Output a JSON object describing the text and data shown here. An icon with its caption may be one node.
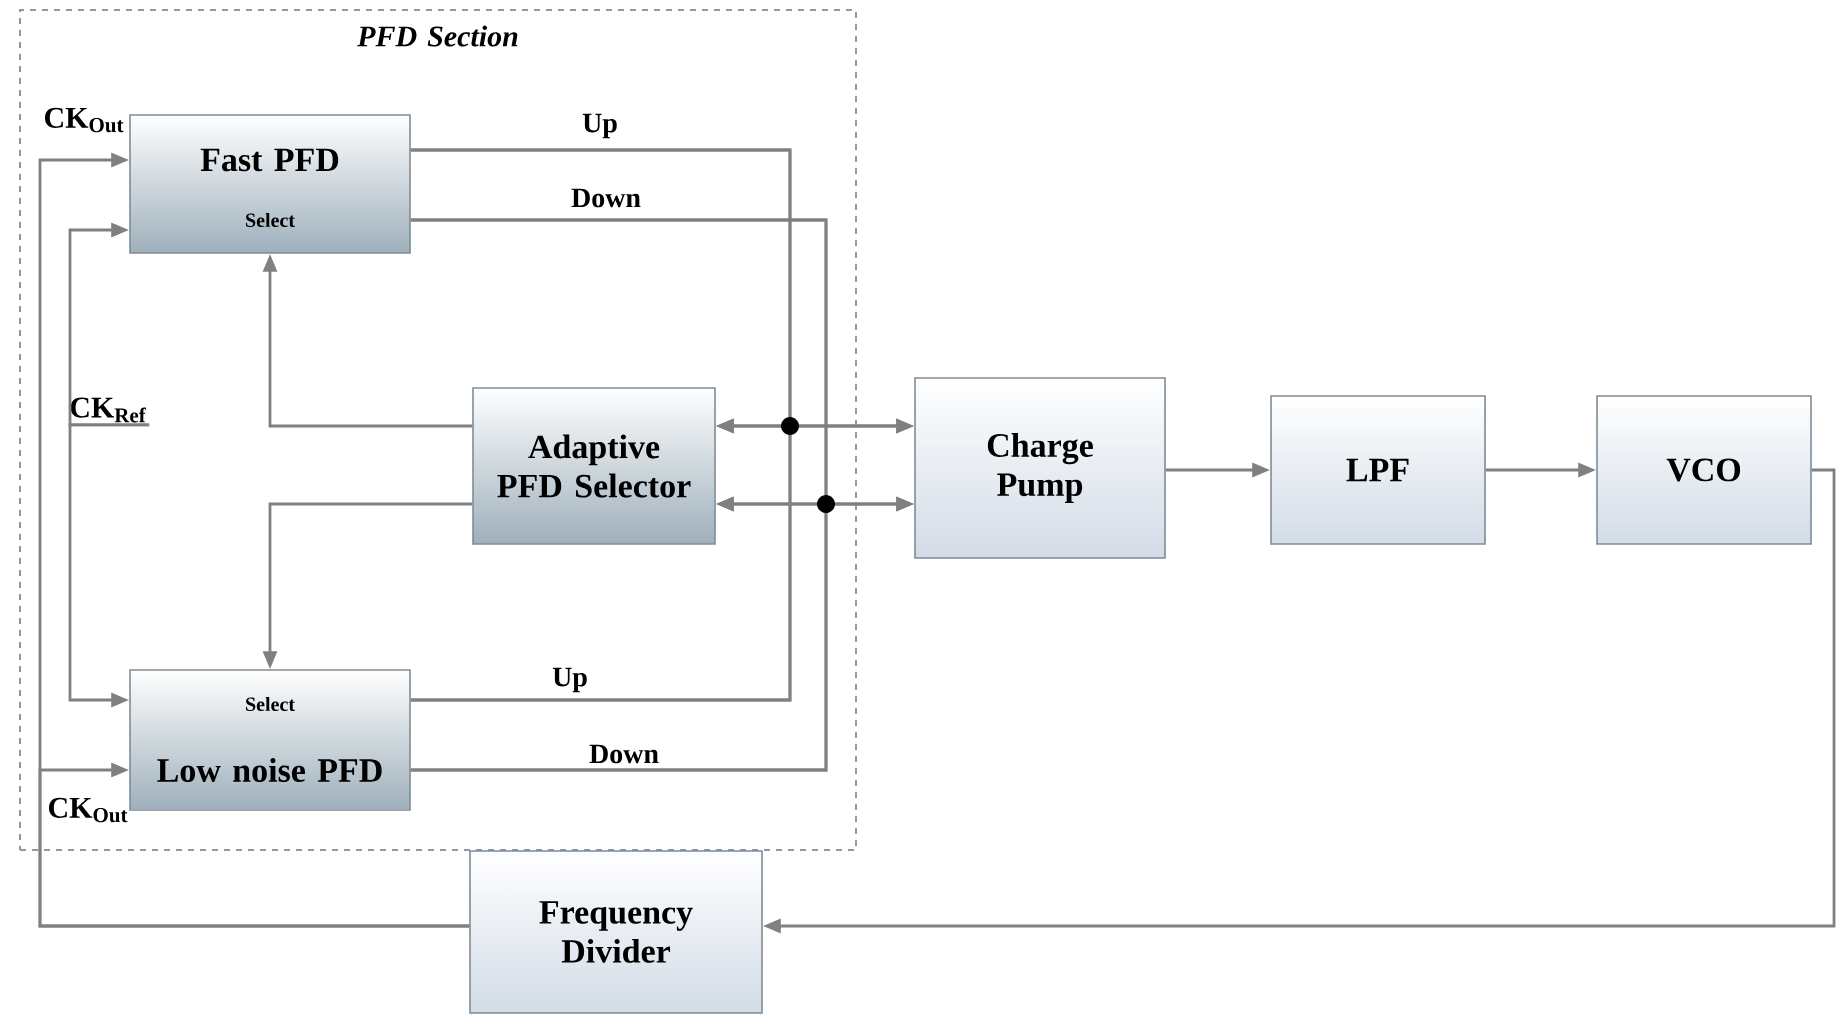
{
  "diagram": {
    "nodes": [
      {
        "text": [
          "PFD Section"
        ]
      },
      {
        "text": [
          "Fast PFD",
          "Select"
        ],
        "in": 0
      },
      {
        "text": [
          "Adaptive PFD Selector"
        ],
        "in": 0
      },
      {
        "text": [
          "Select",
          "Low noise PFD"
        ],
        "in": 0
      },
      {
        "text": [
          "Charge Pump"
        ]
      },
      {
        "text": [
          "LPF"
        ]
      },
      {
        "text": [
          "VCO"
        ]
      },
      {
        "text": [
          "Frequency Divider"
        ]
      },
      {
        "text": [
          "CK$_{Ref}$"
        ],
        "in": 0
      }
    ],
    "edges": [
      {
        "from": 1,
        "to": 4,
        "arrow": "to",
        "label": "Up"
      },
      {
        "from": 1,
        "to": 2,
        "arrow": "to"
      },
      {
        "from": 3,
        "to": 4,
        "arrow": "to",
        "label": "Up"
      },
      {
        "from": 3,
        "to": 2,
        "arrow": "to"
      },
      {
        "from": 1,
        "to": 4,
        "arrow": "to",
        "label": "Down"
      },
      {
        "from": 1,
        "to": 2,
        "arrow": "to"
      },
      {
        "from": 3,
        "to": 4,
        "arrow": "to",
        "label": "Down"
      },
      {
        "from": 3,
        "to": 2,
        "arrow": "to"
      },
      {
        "from": 2,
        "to": 1,
        "arrow": "to"
      },
      {
        "from": 2,
        "to": 3,
        "arrow": "to"
      },
      {
        "from": 4,
        "to": 5,
        "arrow": "to"
      },
      {
        "from": 5,
        "to": 6,
        "arrow": "to"
      },
      {
        "from": 6,
        "to": 7,
        "arrow": "to"
      },
      {
        "from": 7,
        "to": 1,
        "arrow": "to"
      },
      {
        "from": 7,
        "to": 3,
        "arrow": "to"
      },
      {
        "from": 8,
        "to": 1,
        "arrow": "to"
      },
      {
        "from": 8,
        "to": 3,
        "arrow": "to"
      }
    ],
    "labels": [
      "CK$_{Out}$",
      "CK$_{Out}$"
    ]
  }
}
